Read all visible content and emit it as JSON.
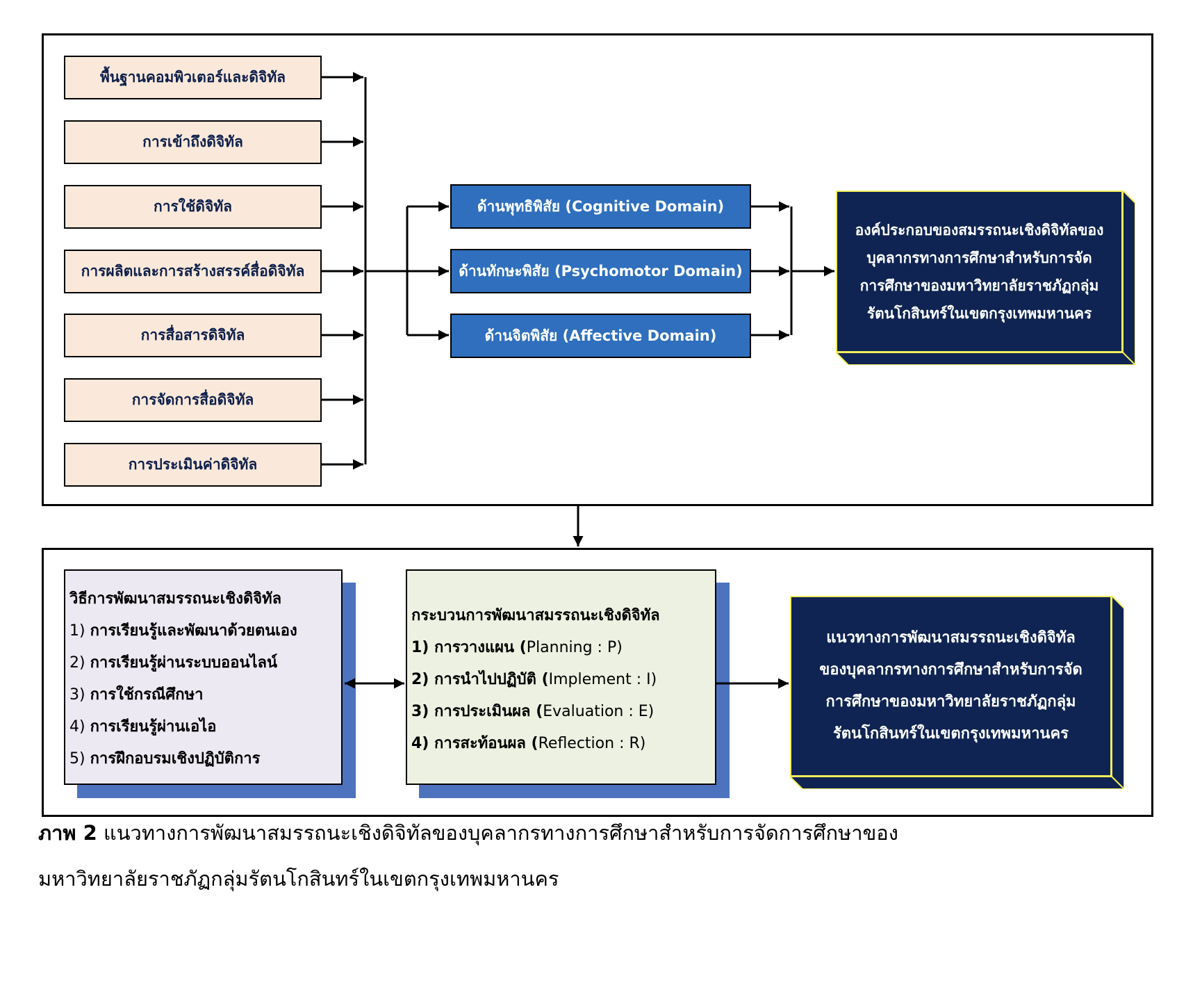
{
  "components": [
    "พื้นฐานคอมพิวเตอร์และดิจิทัล",
    "การเข้าถึงดิจิทัล",
    "การใช้ดิจิทัล",
    "การผลิตและการสร้างสรรค์สื่อดิจิทัล",
    "การสื่อสารดิจิทัล",
    "การจัดการสื่อดิจิทัล",
    "การประเมินค่าดิจิทัล"
  ],
  "domains": [
    "ด้านพุทธิพิสัย (Cognitive Domain)",
    "ด้านทักษะพิสัย (Psychomotor Domain)",
    "ด้านจิตพิสัย (Affective Domain)"
  ],
  "top_result": [
    "องค์ประกอบของสมรรถนะเชิงดิจิทัลของ",
    "บุคลากรทางการศึกษาสำหรับการจัด",
    "การศึกษาของมหาวิทยาลัยราชภัฏกลุ่ม",
    "รัตนโกสินทร์ในเขตกรุงเทพมหานคร"
  ],
  "methods": {
    "title": "วิธีการพัฒนาสมรรถนะเชิงดิจิทัล",
    "items": [
      {
        "num": "1)",
        "text": "การเรียนรู้และพัฒนาด้วยตนเอง"
      },
      {
        "num": "2)",
        "text": "การเรียนรู้ผ่านระบบออนไลน์"
      },
      {
        "num": "3)",
        "text": "การใช้กรณีศึกษา"
      },
      {
        "num": "4)",
        "text": "การเรียนรู้ผ่านเอไอ"
      },
      {
        "num": "5)",
        "text": "การฝึกอบรมเชิงปฏิบัติการ"
      }
    ]
  },
  "process": {
    "title": "กระบวนการพัฒนาสมรรถนะเชิงดิจิทัล",
    "items": [
      {
        "main": "1) การวางแผน (",
        "en": "Planning : P)"
      },
      {
        "main": "2) การนำไปปฏิบัติ (",
        "en": "Implement : I)"
      },
      {
        "main": "3) การประเมินผล (",
        "en": "Evaluation : E)"
      },
      {
        "main": "4) การสะท้อนผล (",
        "en": "Reflection : R)"
      }
    ]
  },
  "bottom_result": [
    "แนวทางการพัฒนาสมรรถนะเชิงดิจิทัล",
    "ของบุคลากรทางการศึกษาสำหรับการจัด",
    "การศึกษาของมหาวิทยาลัยราชภัฏกลุ่ม",
    "รัตนโกสินทร์ในเขตกรุงเทพมหานคร"
  ],
  "caption": {
    "label": "ภาพ 2",
    "line1": "แนวทางการพัฒนาสมรรถนะเชิงดิจิทัลของบุคลากรทางการศึกษาสำหรับการจัดการศึกษาของ",
    "line2": "มหาวิทยาลัยราชภัฏกลุ่มรัตนโกสินทร์ในเขตกรุงเทพมหานคร"
  },
  "colors": {
    "component_fill": "#fae9da",
    "domain_fill": "#2f6fbd",
    "result_fill": "#0f2452",
    "result_border": "#f2ee5c",
    "methods_fill": "#ece9f2",
    "process_fill": "#edf1e2",
    "card_shadow": "#4d73bf"
  }
}
